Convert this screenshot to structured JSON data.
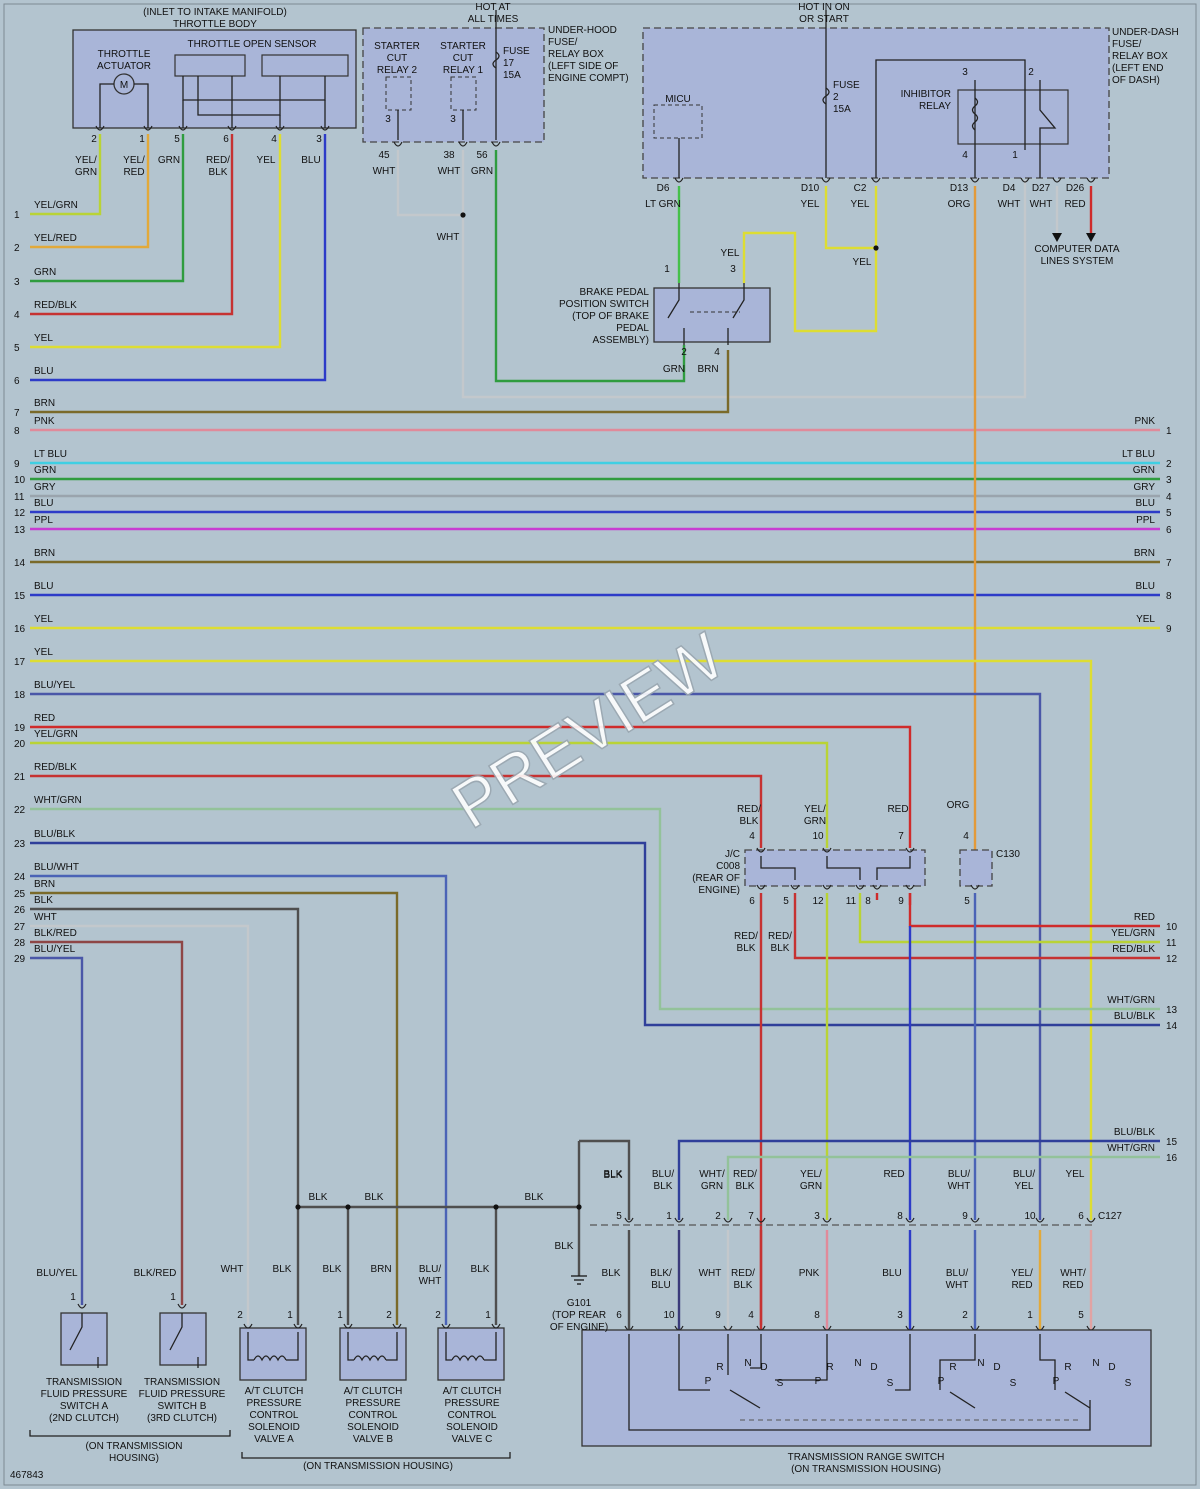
{
  "watermark": "PREVIEW",
  "diagram_number": "467843",
  "colors": {
    "YEL/GRN": "#b9d336",
    "YEL/RED": "#e2a93a",
    "GRN": "#2f9c3f",
    "RED/BLK": "#c63232",
    "YEL": "#dddd33",
    "BLU": "#2d3bc8",
    "BRN": "#7a6a2a",
    "PNK": "#e08a9a",
    "LT BLU": "#3fcfe3",
    "GRY": "#9aa4ad",
    "PPL": "#c83cd2",
    "BLU/YEL": "#4a57a8",
    "RED": "#cf2b2b",
    "WHT/GRN": "#93c29a",
    "BLU/BLK": "#2f3f9a",
    "BLU/WHT": "#4b63b6",
    "BLK": "#4f4f4f",
    "WHT": "#c3c8cc",
    "BLK/RED": "#8e4646",
    "ORG": "#e39a3a",
    "LT GRN": "#45c04a",
    "BLK/BLU": "#3a3a7a",
    "YEL/RED2": "#e2a93a",
    "WHT/RED": "#e1a3a3"
  },
  "components": {
    "throttle_body": {
      "line1": "(INLET TO INTAKE MANIFOLD)",
      "line2": "THROTTLE BODY",
      "actuator": [
        "THROTTLE",
        "ACTUATOR"
      ],
      "sensor": "THROTTLE OPEN SENSOR"
    },
    "underhood": {
      "hot": [
        "HOT AT",
        "ALL TIMES"
      ],
      "box": [
        "UNDER-HOOD",
        "FUSE/",
        "RELAY BOX",
        "(LEFT SIDE OF",
        "ENGINE COMPT)"
      ],
      "relay2": [
        "STARTER",
        "CUT",
        "RELAY 2"
      ],
      "relay1": [
        "STARTER",
        "CUT",
        "RELAY 1"
      ],
      "fuse": [
        "FUSE",
        "17",
        "15A"
      ]
    },
    "underdash": {
      "hot": [
        "HOT IN ON",
        "OR START"
      ],
      "box": [
        "UNDER-DASH",
        "FUSE/",
        "RELAY BOX",
        "(LEFT END",
        "OF DASH)"
      ],
      "micu": "MICU",
      "fuse": [
        "FUSE",
        "2",
        "15A"
      ],
      "inhibitor": [
        "INHIBITOR",
        "RELAY"
      ]
    },
    "brake_switch": [
      "BRAKE PEDAL",
      "POSITION SWITCH",
      "(TOP OF BRAKE",
      "PEDAL",
      "ASSEMBLY)"
    ],
    "computer_data": [
      "COMPUTER DATA",
      "LINES SYSTEM"
    ],
    "jc": [
      "J/C",
      "C008",
      "(REAR OF",
      "ENGINE)"
    ],
    "c130": "C130",
    "c127": "C127",
    "ground": [
      "G101",
      "(TOP REAR",
      "OF ENGINE)"
    ],
    "switch_a": [
      "TRANSMISSION",
      "FLUID PRESSURE",
      "SWITCH A",
      "(2ND CLUTCH)"
    ],
    "switch_b": [
      "TRANSMISSION",
      "FLUID PRESSURE",
      "SWITCH B",
      "(3RD CLUTCH)"
    ],
    "valve_a": [
      "A/T CLUTCH",
      "PRESSURE",
      "CONTROL",
      "SOLENOID",
      "VALVE A"
    ],
    "valve_b": [
      "A/T CLUTCH",
      "PRESSURE",
      "CONTROL",
      "SOLENOID",
      "VALVE B"
    ],
    "valve_c": [
      "A/T CLUTCH",
      "PRESSURE",
      "CONTROL",
      "SOLENOID",
      "VALVE C"
    ],
    "housing_note_1": [
      "(ON TRANSMISSION",
      "HOUSING)"
    ],
    "housing_note_2": "(ON TRANSMISSION HOUSING)",
    "range_switch": [
      "TRANSMISSION RANGE SWITCH",
      "(ON TRANSMISSION HOUSING)"
    ],
    "motor_symbol": "M",
    "range_letters": [
      "R",
      "N",
      "D",
      "P",
      "S"
    ]
  },
  "left_bus": [
    {
      "n": "1",
      "c": "YEL/GRN"
    },
    {
      "n": "2",
      "c": "YEL/RED"
    },
    {
      "n": "3",
      "c": "GRN"
    },
    {
      "n": "4",
      "c": "RED/BLK"
    },
    {
      "n": "5",
      "c": "YEL"
    },
    {
      "n": "6",
      "c": "BLU"
    },
    {
      "n": "7",
      "c": "BRN"
    },
    {
      "n": "8",
      "c": "PNK"
    },
    {
      "n": "9",
      "c": "LT BLU"
    },
    {
      "n": "10",
      "c": "GRN"
    },
    {
      "n": "11",
      "c": "GRY"
    },
    {
      "n": "12",
      "c": "BLU"
    },
    {
      "n": "13",
      "c": "PPL"
    },
    {
      "n": "14",
      "c": "BRN"
    },
    {
      "n": "15",
      "c": "BLU"
    },
    {
      "n": "16",
      "c": "YEL"
    },
    {
      "n": "17",
      "c": "YEL"
    },
    {
      "n": "18",
      "c": "BLU/YEL"
    },
    {
      "n": "19",
      "c": "RED"
    },
    {
      "n": "20",
      "c": "YEL/GRN"
    },
    {
      "n": "21",
      "c": "RED/BLK"
    },
    {
      "n": "22",
      "c": "WHT/GRN"
    },
    {
      "n": "23",
      "c": "BLU/BLK"
    },
    {
      "n": "24",
      "c": "BLU/WHT"
    },
    {
      "n": "25",
      "c": "BRN"
    },
    {
      "n": "26",
      "c": "BLK"
    },
    {
      "n": "27",
      "c": "WHT"
    },
    {
      "n": "28",
      "c": "BLK/RED"
    },
    {
      "n": "29",
      "c": "BLU/YEL"
    }
  ],
  "right_bus": [
    {
      "n": "1",
      "c": "PNK"
    },
    {
      "n": "2",
      "c": "LT BLU"
    },
    {
      "n": "3",
      "c": "GRN"
    },
    {
      "n": "4",
      "c": "GRY"
    },
    {
      "n": "5",
      "c": "BLU"
    },
    {
      "n": "6",
      "c": "PPL"
    },
    {
      "n": "7",
      "c": "BRN"
    },
    {
      "n": "8",
      "c": "BLU"
    },
    {
      "n": "9",
      "c": "YEL"
    },
    {
      "n": "10",
      "c": "RED"
    },
    {
      "n": "11",
      "c": "YEL/GRN"
    },
    {
      "n": "12",
      "c": "RED/BLK"
    },
    {
      "n": "13",
      "c": "WHT/GRN"
    },
    {
      "n": "14",
      "c": "BLU/BLK"
    },
    {
      "n": "15",
      "c": "BLU/BLK"
    },
    {
      "n": "16",
      "c": "WHT/GRN"
    }
  ],
  "throttle_pins": [
    {
      "p": "2",
      "c": "YEL/\nGRN"
    },
    {
      "p": "1",
      "c": "YEL/\nRED"
    },
    {
      "p": "5",
      "c": "GRN"
    },
    {
      "p": "6",
      "c": "RED/\nBLK"
    },
    {
      "p": "4",
      "c": "YEL"
    },
    {
      "p": "3",
      "c": "BLU"
    }
  ],
  "uh_pins": [
    {
      "p": "45",
      "c": "WHT"
    },
    {
      "p": "38",
      "c": "WHT"
    },
    {
      "p": "56",
      "c": "GRN"
    }
  ],
  "ud_pins": [
    {
      "p": "D6",
      "c": "LT GRN"
    },
    {
      "p": "D10",
      "c": "YEL"
    },
    {
      "p": "C2",
      "c": "YEL"
    },
    {
      "p": "D13",
      "c": "ORG"
    },
    {
      "p": "D4",
      "c": "WHT"
    },
    {
      "p": "D27",
      "c": "WHT"
    },
    {
      "p": "D26",
      "c": "RED"
    }
  ],
  "misc_labels": {
    "wht": "WHT",
    "yel": "YEL",
    "grn": "GRN",
    "brn": "BRN",
    "blk": "BLK",
    "org": "ORG",
    "red": "RED",
    "pnk": "PNK",
    "blu": "BLU"
  },
  "jc_top": [
    {
      "p": "4",
      "c": "RED/\nBLK"
    },
    {
      "p": "10",
      "c": "YEL/\nGRN"
    },
    {
      "p": "7",
      "c": "RED"
    }
  ],
  "jc_bottom": [
    "6",
    "5",
    "12",
    "11",
    "8",
    "9"
  ],
  "jc_bottom_labels": [
    {
      "c": "RED/\nBLK"
    },
    {
      "c": "RED/\nBLK"
    }
  ],
  "c127_top": [
    {
      "p": "5",
      "c": "BLK"
    },
    {
      "p": "1",
      "c": "BLU/\nBLK"
    },
    {
      "p": "2",
      "c": "WHT/\nGRN"
    },
    {
      "p": "7",
      "c": "RED/\nBLK"
    },
    {
      "p": "3",
      "c": "YEL/\nGRN"
    },
    {
      "p": "8",
      "c": "RED"
    },
    {
      "p": "9",
      "c": "BLU/\nWHT"
    },
    {
      "p": "10",
      "c": "BLU/\nYEL"
    },
    {
      "p": "6",
      "c": "YEL"
    }
  ],
  "c127_bottom": [
    {
      "p": "6",
      "c": "BLK"
    },
    {
      "p": "10",
      "c": "BLK/\nBLU"
    },
    {
      "p": "9",
      "c": "WHT"
    },
    {
      "p": "4",
      "c": "RED/\nBLK"
    },
    {
      "p": "8",
      "c": "PNK"
    },
    {
      "p": "3",
      "c": "BLU"
    },
    {
      "p": "2",
      "c": "BLU/\nWHT"
    },
    {
      "p": "1",
      "c": "YEL/\nRED"
    },
    {
      "p": "5",
      "c": "WHT/\nRED"
    }
  ],
  "lower_labels": {
    "swa": {
      "p": "1",
      "c": "BLU/YEL"
    },
    "swb": {
      "p": "1",
      "c": "BLK/RED"
    },
    "va": [
      {
        "p": "2",
        "c": "WHT"
      },
      {
        "p": "1",
        "c": "BLK"
      }
    ],
    "vb": [
      {
        "p": "1",
        "c": "BLK"
      },
      {
        "p": "2",
        "c": "BRN"
      }
    ],
    "vc": [
      {
        "p": "2",
        "c": "BLU/\nWHT"
      },
      {
        "p": "1",
        "c": "BLK"
      }
    ],
    "gnd": "BLK"
  },
  "pins_misc": {
    "p1": "1",
    "p2": "2",
    "p3": "3",
    "p4": "4",
    "p5": "5"
  }
}
